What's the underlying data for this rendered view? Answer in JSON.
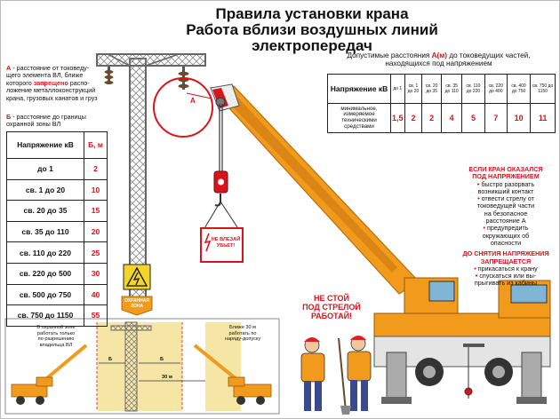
{
  "title": {
    "line1": "Правила установки крана",
    "line2": "Работа вблизи воздушных линий электропередач"
  },
  "note_a": {
    "prefix": "А",
    "text1": " - расстояние от токоведу-",
    "text2": "щего элемента ВЛ, ближе",
    "text3a": "которого ",
    "text3b": "запрещено",
    "text3c": " распо-",
    "text4": "ложение металлоконструкций",
    "text5": "крана, грузовых канатов и груз"
  },
  "note_b": {
    "prefix": "Б",
    "text1": " - расстояние до границы",
    "text2": "охранной зоны ВЛ"
  },
  "left_table": {
    "header_voltage": "Напряжение кВ",
    "header_b": "Б, м",
    "rows": [
      {
        "voltage": "до 1",
        "value": "2"
      },
      {
        "voltage": "св. 1 до 20",
        "value": "10"
      },
      {
        "voltage": "св. 20 до 35",
        "value": "15"
      },
      {
        "voltage": "св. 35 до 110",
        "value": "20"
      },
      {
        "voltage": "св. 110 до 220",
        "value": "25"
      },
      {
        "voltage": "св. 220 до 500",
        "value": "30"
      },
      {
        "voltage": "св. 500 до 750",
        "value": "40"
      },
      {
        "voltage": "св. 750 до 1150",
        "value": "55"
      }
    ]
  },
  "right_table": {
    "caption_part1": "Допустимые расстояния ",
    "caption_red": "А(м)",
    "caption_part2": " до токоведущих частей,",
    "caption_line2": "находящихся под напряжением",
    "header": "Напряжение кВ",
    "row_label": "минимальное, измеряемое техническими средствами",
    "columns": [
      "до 1",
      "св. 1 до 20",
      "св. 20 до 35",
      "св. 35 до 110",
      "св. 110 до 220",
      "св. 220 до 400",
      "св. 400 до 750",
      "св. 750 до 1150"
    ],
    "values": [
      "1,5",
      "2",
      "2",
      "4",
      "5",
      "7",
      "10",
      "11"
    ]
  },
  "instructions": {
    "heading1": "ЕСЛИ КРАН ОКАЗАЛСЯ",
    "heading2": "ПОД НАПРЯЖЕНИЕМ",
    "items": [
      [
        "быстро разорвать",
        "возникший контакт"
      ],
      [
        "отвести стрелу от",
        "токоведущей части",
        "на безопасное",
        "расстояние А"
      ],
      [
        "предупредить",
        "окружающих об",
        "опасности"
      ]
    ],
    "heading3": "ДО СНЯТИЯ НАПРЯЖЕНИЯ",
    "heading4": "ЗАПРЕЩАЕТСЯ",
    "forbidden": [
      [
        "прикасаться к крану"
      ],
      [
        "спускаться или вы-",
        "прыгивать из кабины"
      ]
    ]
  },
  "warning": {
    "line1": "НЕ СТОЙ",
    "line2": "ПОД СТРЕЛОЙ",
    "line3": "РАБОТАЙ!"
  },
  "sign": {
    "line1": "НЕ ВЛЕЗАЙ",
    "line2": "УБЬЕТ!"
  },
  "zone_label": {
    "line1": "ОХРАННАЯ",
    "line2": "ЗОНА"
  },
  "dim_label_a": "А",
  "inset": {
    "left_note": [
      "В охранной зоне",
      "работать только",
      "по разрешению",
      "владельца ВЛ"
    ],
    "right_note": [
      "Ближе 30 м",
      "работать по",
      "наряду-допуску"
    ],
    "label_b_left": "Б",
    "label_b_right": "Б",
    "label_30": "30 м"
  },
  "colors": {
    "accent_red": "#d8141c",
    "crane_orange": "#f29a1c",
    "boom_dark": "#c97810",
    "tower_grey": "#7a7a7a",
    "zone_yellow": "#f5e6a6"
  }
}
